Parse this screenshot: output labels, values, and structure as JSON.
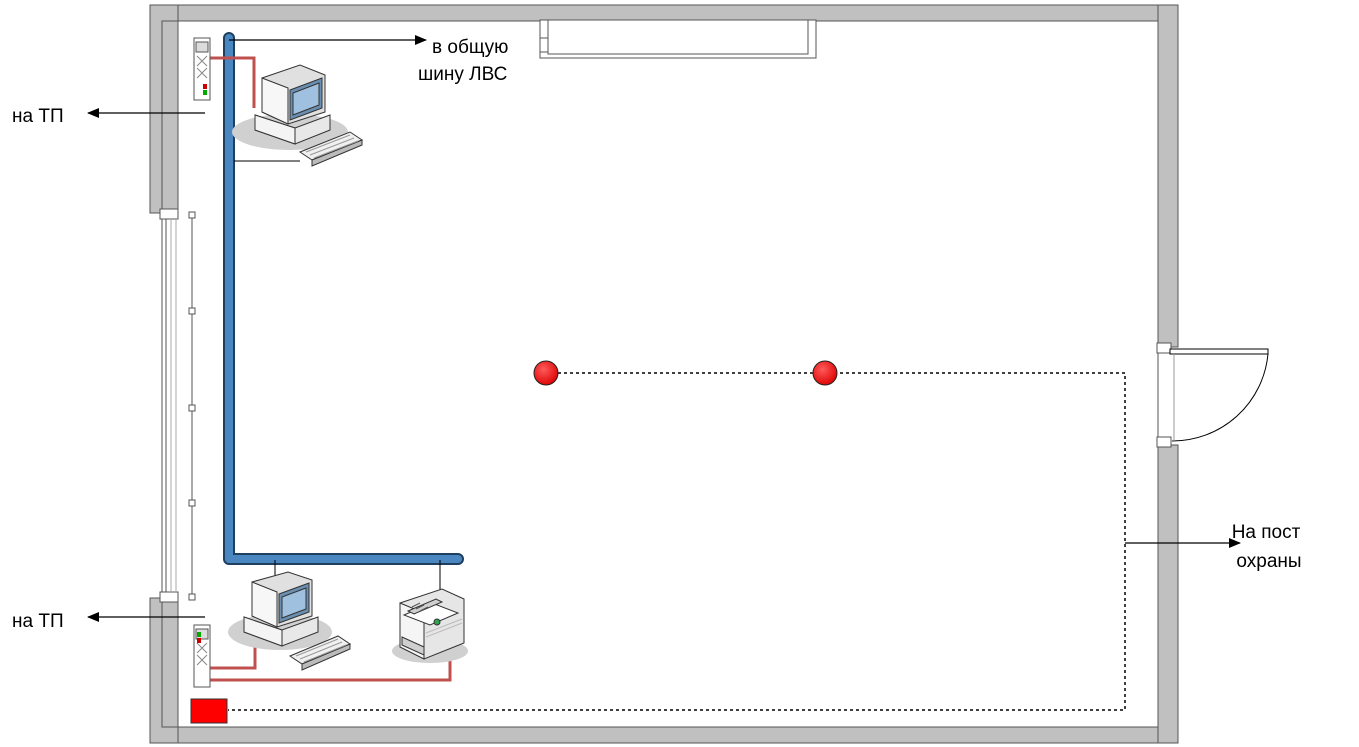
{
  "labels": {
    "lan_bus_line1": "в общую",
    "lan_bus_line2": "шину ЛВС",
    "to_tp_top": "на ТП",
    "to_tp_bottom": "на ТП",
    "to_security_line1": "На пост",
    "to_security_line2": "охраны"
  },
  "icons": {
    "workstation_top": "computer-icon",
    "workstation_bottom": "computer-icon",
    "printer": "printer-icon",
    "socket_top": "network-socket-icon",
    "socket_bottom": "network-socket-icon",
    "security_panel": "alarm-panel-icon",
    "sensors": "smoke-detector-icon"
  },
  "colors": {
    "wall_fill": "#c0c0c0",
    "cable_duct": "#3f7cb4",
    "patch_cord": "#c0504d",
    "detector": "#ff0000",
    "panel": "#ff0000"
  }
}
